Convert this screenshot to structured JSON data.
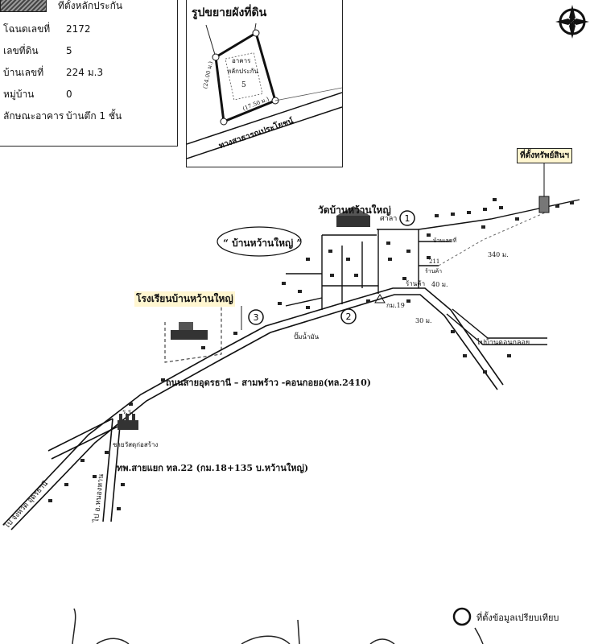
{
  "legend": {
    "marker_label": "ที่ตั้งหลักประกัน",
    "rows": [
      {
        "key": "โฉนดเลขที่",
        "value": "2172"
      },
      {
        "key": "เลขที่ดิน",
        "value": "5"
      },
      {
        "key": "บ้านเลขที่",
        "value": "224 ม.3"
      },
      {
        "key": "หมู่บ้าน",
        "value": "0"
      },
      {
        "key": "ลักษณะอาคาร",
        "value": "บ้านตึก 1 ชั้น"
      }
    ]
  },
  "inset": {
    "title": "รูปขยายผังที่ดิน",
    "building_line1": "อาคาร",
    "building_line2": "หลักประกัน",
    "building_number": "5",
    "side_left": "(24.00 ม.)",
    "side_bottom": "(17.50 ม.)",
    "road_label": "ทางสาธารณประโยชน์"
  },
  "compass": {
    "letter": "N"
  },
  "map": {
    "property_label": "ที่ตั้งทรัพย์สินฯ",
    "village_label": "“ บ้านหว้านใหญ่ ”",
    "temple_label": "วัดบ้านหว้านใหญ่",
    "temple_sub": "ศาลา",
    "school_label": "โรงเรียนบ้านหว้านใหญ่",
    "main_road_label": "ถนนสายอุดรธานี – สามพร้าว -คอนกอยอ(ทล.2410)",
    "junction_label": "ทพ.สายแยก ทล.22 (กม.18+135 บ.หว้านใหญ่)",
    "branch_road_label": "ไปบ้านดอนกลอย",
    "to_udon_label": "ไป จังหวัด อุดรธานี",
    "to_south_label": "ไป อ.หนองหาน",
    "pump_label": "ปั๊มน้ำมัน",
    "km_label": "กม.19",
    "shop_label": "ร้านค้า",
    "distance_340": "340 ม.",
    "distance_40": "40 ม.",
    "distance_30": "30 ม.",
    "house_label": "บ้านเลขที่",
    "house_no": "211",
    "store_label": "ร้านค้า",
    "school_sub": "ร.ร.",
    "factory_label": "ชายวัสดุก่อสร้าง",
    "markers": [
      "1",
      "2",
      "3"
    ]
  },
  "footer": {
    "compare_label": "ที่ตั้งข้อมูลเปรียบเทียบ"
  }
}
